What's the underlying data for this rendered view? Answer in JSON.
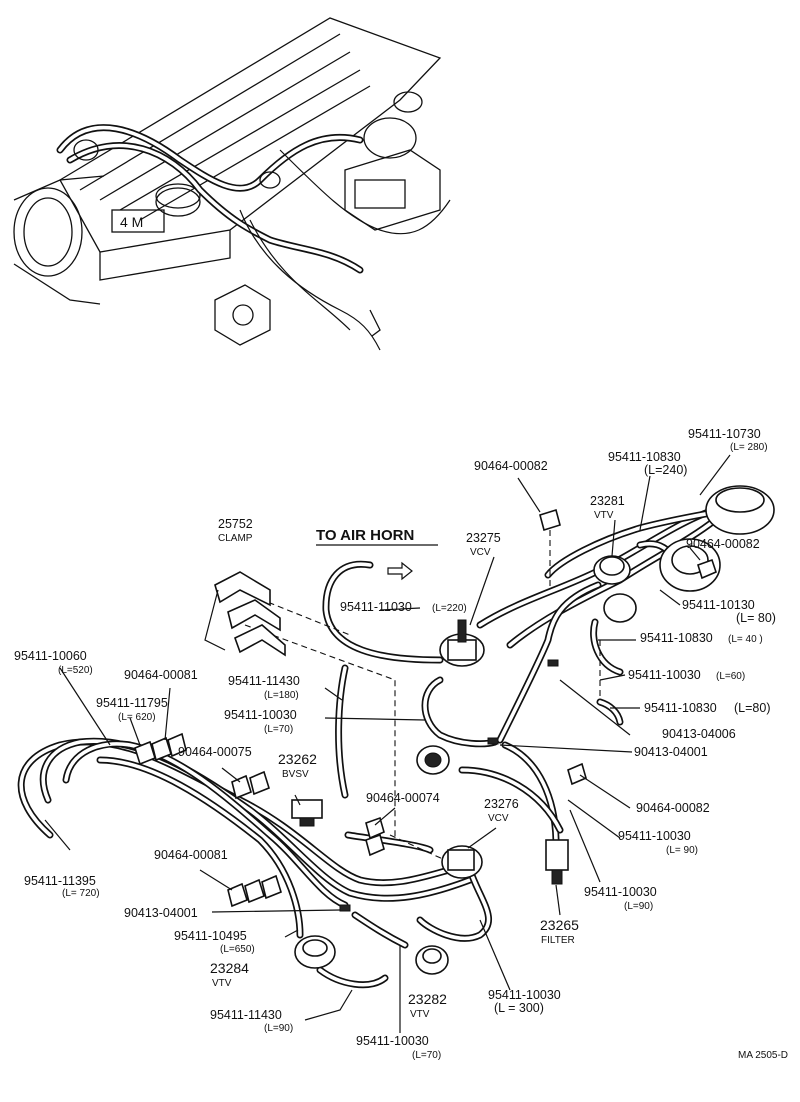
{
  "diagram": {
    "heading": "TO AIR HORN",
    "footer_code": "MA 2505-D",
    "labels": {
      "p25752": "25752",
      "p25752_sub": "CLAMP",
      "p90464_00082_top": "90464-00082",
      "p23281": "23281",
      "p23281_sub": "VTV",
      "p95411_10730": "95411-10730",
      "p95411_10730_sub": "(L= 280)",
      "p95411_10830a": "95411-10830",
      "p95411_10830a_sub": "(L=240)",
      "p23275": "23275",
      "p23275_sub": "VCV",
      "p90464_00082_mid": "90464-00082",
      "p95411_11030": "95411-11030",
      "p95411_11030_sub": "(L=220)",
      "p95411_10130": "95411-10130",
      "p95411_10130_sub": "(L= 80)",
      "p95411_10830b": "95411-10830",
      "p95411_10830b_sub": "(L= 40 )",
      "p95411_10060": "95411-10060",
      "p95411_10060_sub": "(L=520)",
      "p90464_00081a": "90464-00081",
      "p95411_11430a": "95411-11430",
      "p95411_11430a_sub": "(L=180)",
      "p95411_10030a": "95411-10030",
      "p95411_10030a_sub": "(L=60)",
      "p95411_11795": "95411-11795",
      "p95411_11795_sub": "(L= 620)",
      "p95411_10830c": "95411-10830",
      "p95411_10830c_sub": "(L=80)",
      "p95411_10030b": "95411-10030",
      "p95411_10030b_sub": "(L=70)",
      "p90413_04006": "90413-04006",
      "p90464_00075": "90464-00075",
      "p90413_04001a": "90413-04001",
      "p23262": "23262",
      "p23262_sub": "BVSV",
      "p90464_00082_low": "90464-00082",
      "p90464_00074": "90464-00074",
      "p23276": "23276",
      "p23276_sub": "VCV",
      "p95411_10030c": "95411-10030",
      "p95411_10030c_sub": "(L= 90)",
      "p95411_11395": "95411-11395",
      "p95411_11395_sub": "(L= 720)",
      "p90464_00081b": "90464-00081",
      "p95411_10030d": "95411-10030",
      "p95411_10030d_sub": "(L=90)",
      "p90413_04001b": "90413-04001",
      "p23265": "23265",
      "p23265_sub": "FILTER",
      "p95411_10495": "95411-10495",
      "p95411_10495_sub": "(L=650)",
      "p23284": "23284",
      "p23284_sub": "VTV",
      "p95411_10030e": "95411-10030",
      "p95411_10030e_sub": "(L = 300)",
      "p23282": "23282",
      "p23282_sub": "VTV",
      "p95411_11430b": "95411-11430",
      "p95411_11430b_sub": "(L=90)",
      "p95411_10030f": "95411-10030",
      "p95411_10030f_sub": "(L=70)"
    }
  }
}
